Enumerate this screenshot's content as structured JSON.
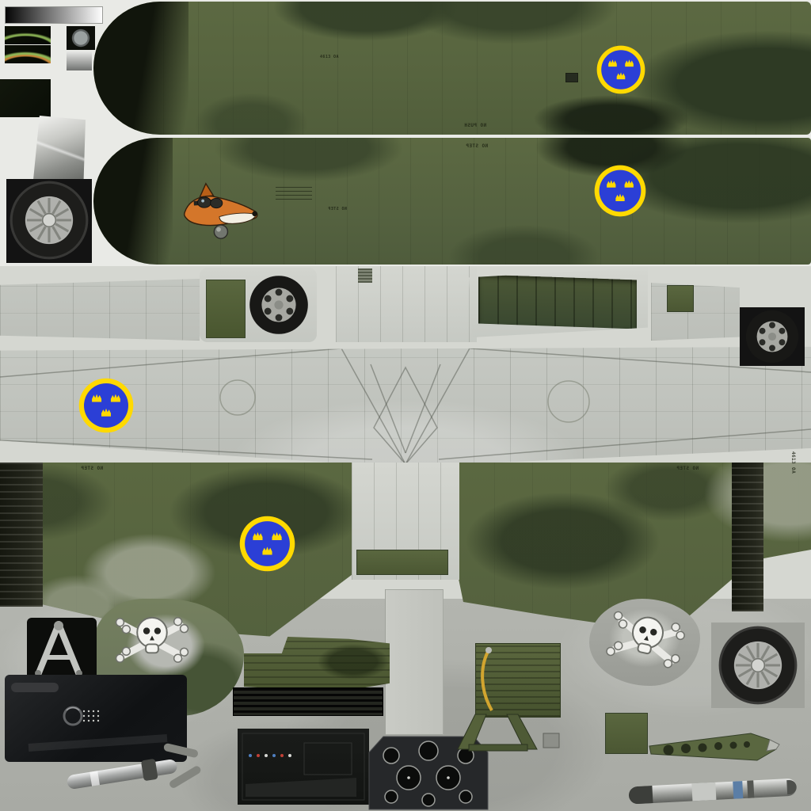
{
  "stencils": {
    "no_step": "NO STEP",
    "no_push": "NO PUSH",
    "code": "4613 OA"
  },
  "icons": {
    "roundel": "swedish-three-crowns-roundel",
    "skull": "skull-and-crossbones-noseart",
    "fox": "fox-head-noseart",
    "wheel_spoked": "spoked-wheel",
    "wheel_alloy": "alloy-wheel-with-holes"
  },
  "palette": {
    "bg_top": "#e9eae6",
    "bg_mid": "#d5d7d1",
    "bg_bottom": "#afb1ab",
    "metal": "#c3c6c0",
    "metal_light": "#d4d6d0",
    "olive": "#5c6942",
    "olive_deep": "#4a5636",
    "camo_dark": "#3a4a30",
    "camo_gray": "#9aa08c",
    "near_black": "#11150c",
    "roundel_blue": "#2b3fd6",
    "roundel_yellow": "#ffd900",
    "tire": "#1c1c1c",
    "hub": "#b0b1ad",
    "chrome": "#c9cbc7",
    "fox_orange": "#d4762a",
    "bone_white": "#f4f4f0"
  }
}
